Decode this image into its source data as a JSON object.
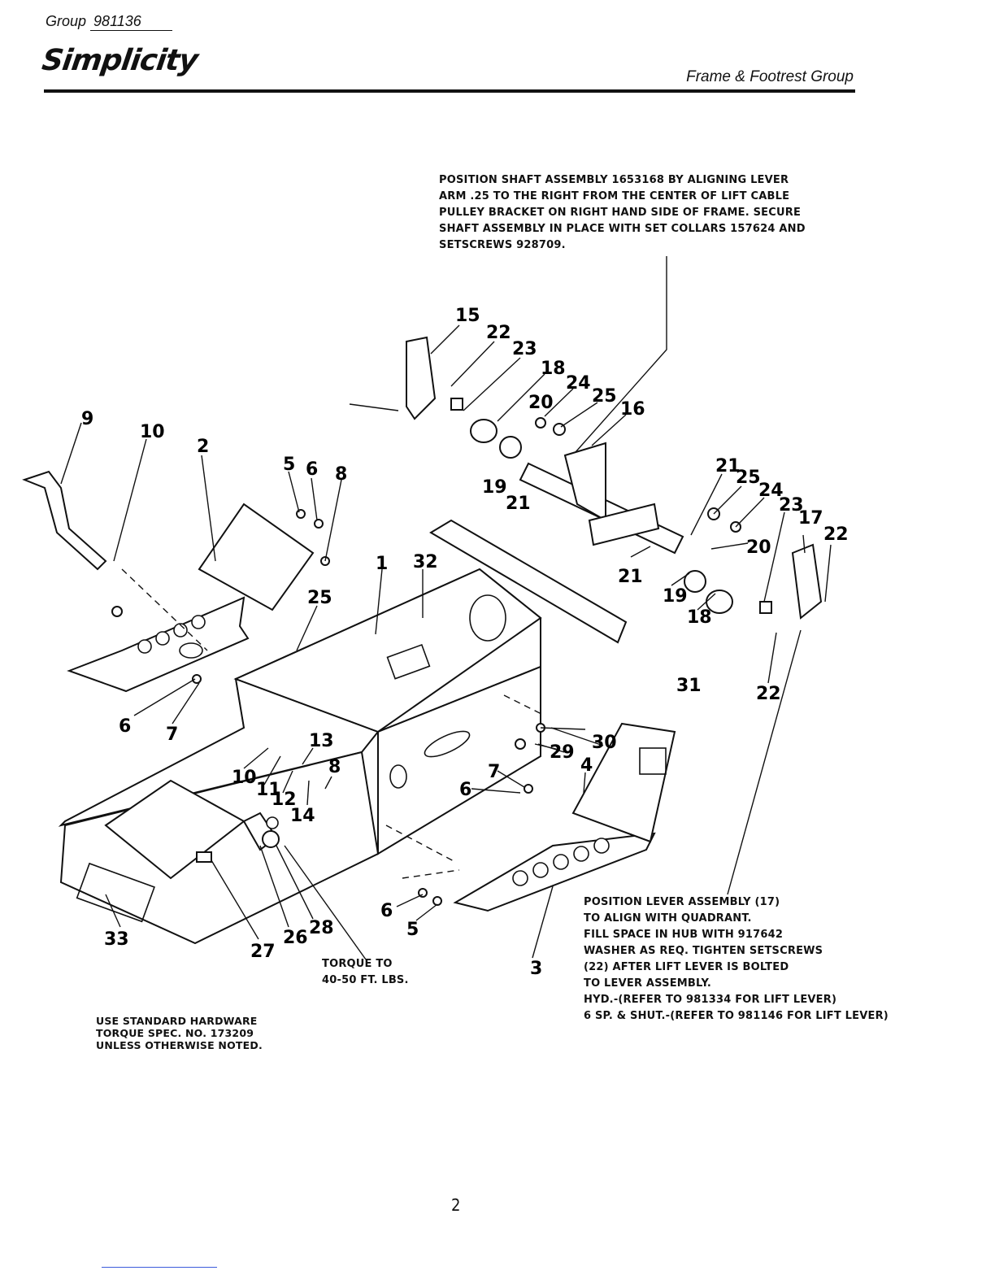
{
  "header": {
    "group_label": "Group",
    "group_number": "981136",
    "brand": "Simplicity",
    "section_title": "Frame & Footrest Group"
  },
  "notes": {
    "top": [
      "POSITION SHAFT ASSEMBLY 1653168 BY ALIGNING LEVER",
      "ARM .25 TO THE RIGHT FROM THE CENTER OF LIFT CABLE",
      "PULLEY BRACKET ON RIGHT HAND SIDE OF FRAME. SECURE",
      "SHAFT ASSEMBLY IN PLACE WITH SET COLLARS 157624 AND",
      "SETSCREWS 928709."
    ],
    "right": [
      "POSITION LEVER ASSEMBLY (17)",
      "TO ALIGN WITH QUADRANT.",
      "FILL SPACE IN HUB WITH 917642",
      "WASHER AS REQ. TIGHTEN SETSCREWS",
      "(22) AFTER LIFT LEVER IS BOLTED",
      "TO LEVER ASSEMBLY.",
      "HYD.-(REFER TO 981334 FOR LIFT LEVER)",
      "6 SP. & SHUT.-(REFER TO 981146 FOR LIFT LEVER)"
    ],
    "torque": [
      "TORQUE TO",
      "40-50 FT. LBS."
    ],
    "standard": [
      "USE STANDARD HARDWARE",
      "TORQUE SPEC. NO. 173209",
      "UNLESS OTHERWISE NOTED."
    ]
  },
  "callouts": [
    "15",
    "22",
    "23",
    "18",
    "24",
    "25",
    "16",
    "20",
    "19",
    "21",
    "9",
    "10",
    "2",
    "5",
    "6",
    "8",
    "21",
    "25",
    "24",
    "23",
    "17",
    "22",
    "1",
    "32",
    "20",
    "25",
    "21",
    "19",
    "18",
    "22",
    "6",
    "7",
    "31",
    "13",
    "8",
    "30",
    "29",
    "4",
    "7",
    "6",
    "10",
    "11",
    "12",
    "14",
    "6",
    "5",
    "3",
    "33",
    "27",
    "26",
    "28"
  ],
  "page_number": "2"
}
